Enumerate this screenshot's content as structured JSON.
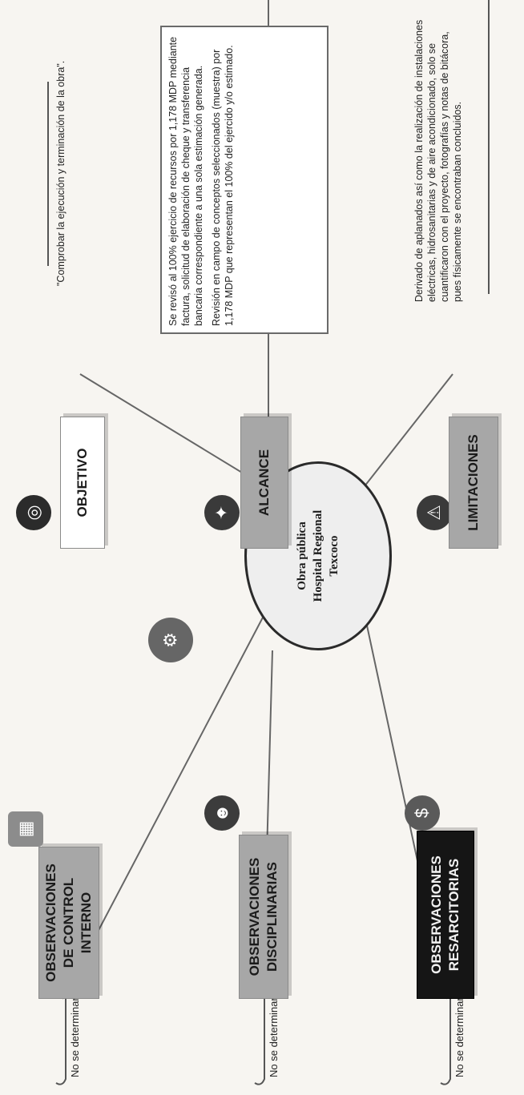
{
  "hub": {
    "line1": "Obra pública",
    "line2": "Hospital Regional",
    "line3": "Texcoco"
  },
  "objetivo": {
    "title": "OBJETIVO",
    "text": "\"Comprobar la ejecución y terminación de la obra\"."
  },
  "alcance": {
    "title": "ALCANCE",
    "text1": "Se revisó al 100% ejercicio de recursos por 1,178 MDP mediante factura, solicitud de elaboración de cheque y transferencia bancaria correspondiente a una sola estimación generada.",
    "text2": "Revisión en campo de conceptos seleccionados (muestra) por 1,178 MDP que representan el 100% del ejercido y/o estimado."
  },
  "limitaciones": {
    "title": "LIMITACIONES",
    "text": "Derivado de aplanados así como la realización de instalaciones eléctricas, hidrosanitarias y de aire acondicionado, solo se cuantificaron con el proyecto, fotografías y notas de bitácora, pues físicamente se encontraban concluidos."
  },
  "control": {
    "title": "OBSERVACIONES DE CONTROL INTERNO",
    "result": "No se determinaron"
  },
  "disciplinarias": {
    "title": "OBSERVACIONES DISCIPLINARIAS",
    "result": "No se determinaron"
  },
  "resarcitorias": {
    "title": "OBSERVACIONES RESARCITORIAS",
    "result": "No se determinaron"
  }
}
